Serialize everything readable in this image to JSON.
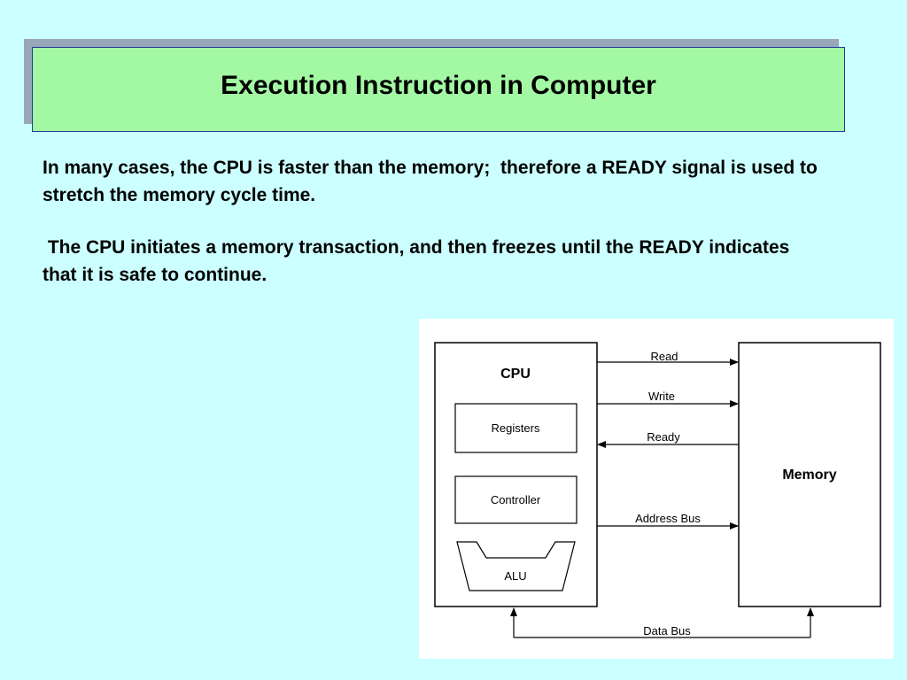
{
  "slide": {
    "title": "Execution Instruction in Computer",
    "paragraphs": [
      "In many cases, the CPU is faster than the memory;  therefore a READY signal is used to stretch the memory cycle time.",
      " The CPU initiates a memory transaction, and then freezes until the READY indicates that it is safe to continue."
    ]
  },
  "diagram": {
    "cpu_label": "CPU",
    "memory_label": "Memory",
    "registers_label": "Registers",
    "controller_label": "Controller",
    "alu_label": "ALU",
    "signals": {
      "read": "Read",
      "write": "Write",
      "ready": "Ready",
      "address_bus": "Address Bus",
      "data_bus": "Data Bus"
    }
  },
  "colors": {
    "background": "#ccffff",
    "title_fill": "#a3f9a3",
    "title_border": "#1f3a9a",
    "title_shadow": "#9aa7b8"
  }
}
